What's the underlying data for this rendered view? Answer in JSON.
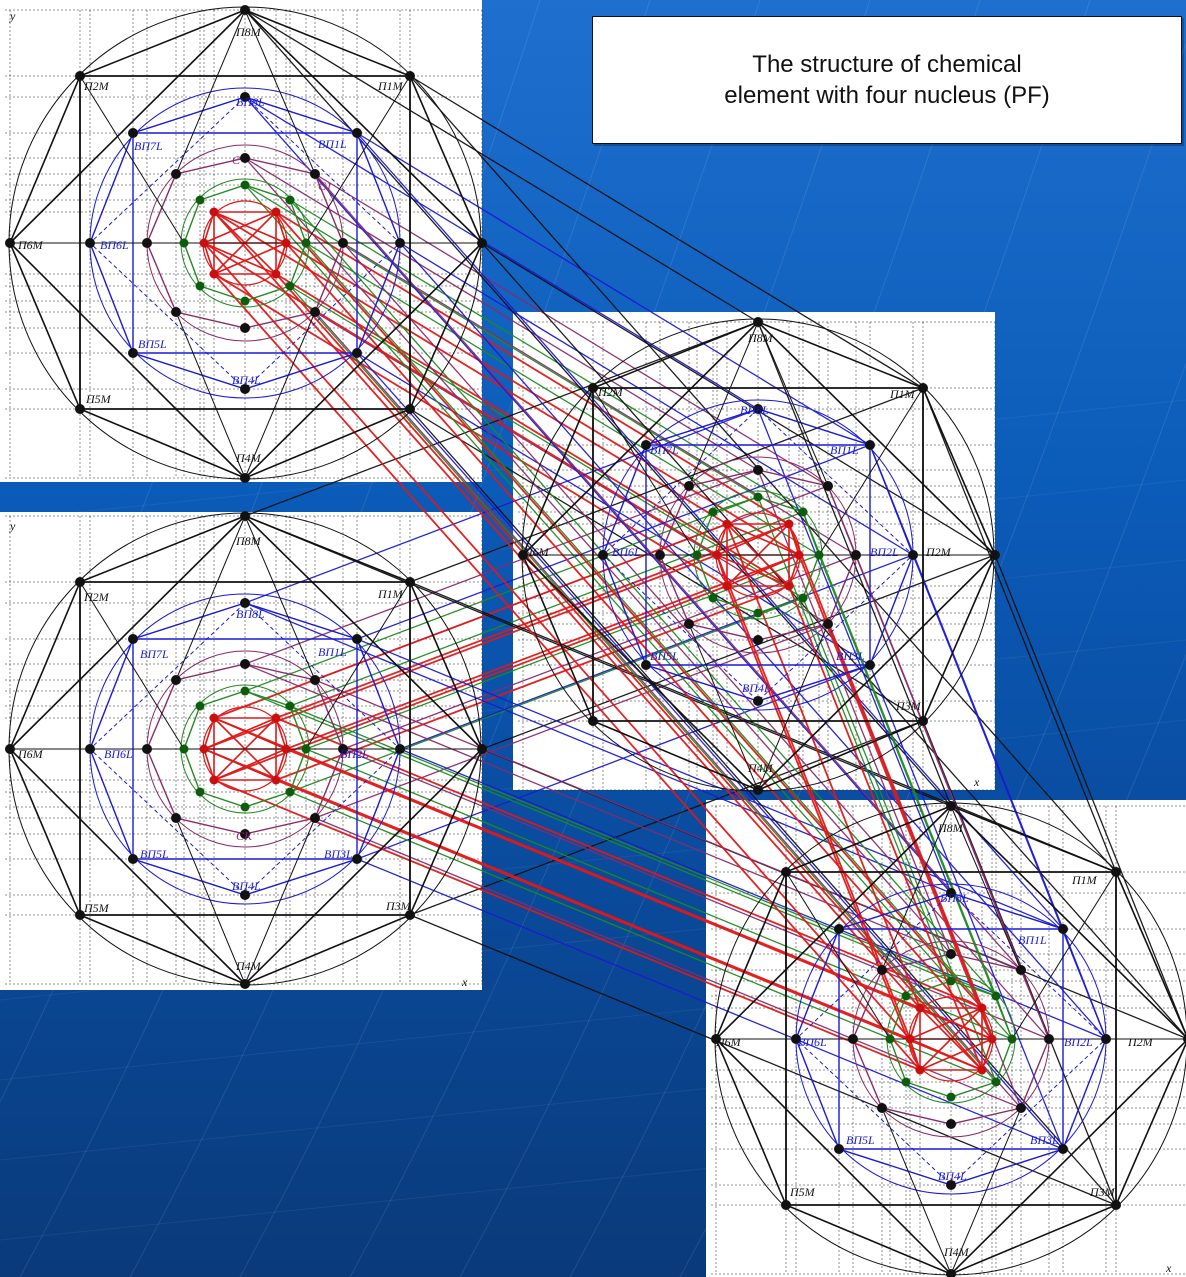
{
  "title": {
    "line1": "The structure of chemical",
    "line2": "element with four nucleus (PF)"
  },
  "axes": {
    "x": "x",
    "y": "y"
  },
  "labels": {
    "p8": "Π8M",
    "p2": "Π2M",
    "p1": "Π1M",
    "p6": "Π6M",
    "p3": "Π3M",
    "p5": "Π5M",
    "p4": "Π4M",
    "bp8": "BΠ8L",
    "bp7": "BΠ7L",
    "bp1": "BΠ1L",
    "bp6": "BΠ6L",
    "bp2": "BΠ2L",
    "bp5": "BΠ5L",
    "bp4": "BΠ4L",
    "bp3": "BΠ3L",
    "c1": "C1",
    "c": "C",
    "ck": "CK"
  },
  "colors": {
    "background": "#0b5bb8",
    "black": "#111111",
    "blue": "#1a1ad6",
    "red": "#e01818",
    "green": "#1f8a1f",
    "purple": "#8a2a6a"
  }
}
